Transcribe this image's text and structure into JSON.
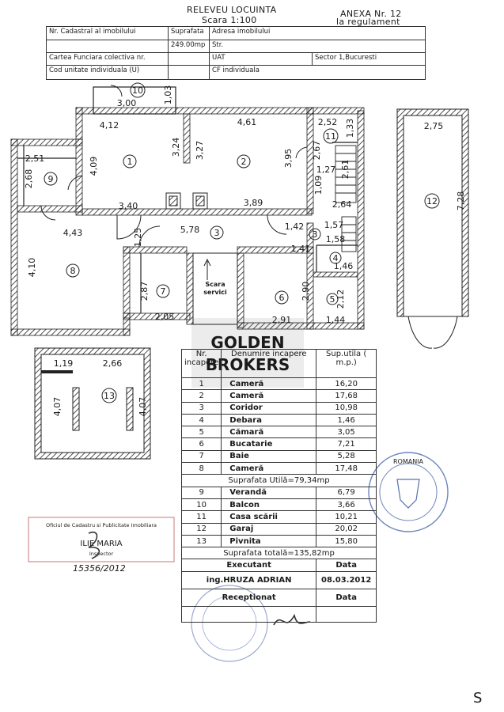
{
  "header": {
    "title": "RELEVEU LOCUINTA",
    "scale": "Scara 1:100",
    "annex": "ANEXA Nr. 12",
    "annex_sub": "la regulament"
  },
  "info_table": {
    "cadastral_label": "Nr. Cadastral al imobilului",
    "area_label": "Suprafata",
    "area_value": "249.00mp",
    "address_label": "Adresa imobilului",
    "street_label": "Str.",
    "cf_label": "Cartea Funciara colectiva nr.",
    "uat_label": "UAT",
    "uat_value": "Sector 1,Bucuresti",
    "unit_code_label": "Cod unitate individuala (U)",
    "cf_individual_label": "CF individuala"
  },
  "plan": {
    "rooms": [
      "1",
      "2",
      "3",
      "3",
      "4",
      "5",
      "6",
      "7",
      "8",
      "9",
      "10",
      "11",
      "12",
      "13"
    ],
    "dimensions": [
      "3,00",
      "1,03",
      "4,12",
      "4,61",
      "2,52",
      "1,33",
      "2,75",
      "2,51",
      "2,68",
      "4,09",
      "3,24",
      "3,27",
      "3,95",
      "2,67",
      "1,27",
      "2,61",
      "1,09",
      "7,28",
      "3,40",
      "3,89",
      "2,64",
      "4,43",
      "5,78",
      "1,25",
      "1,42",
      "1,57",
      "1,58",
      "1,41",
      "1,46",
      "4,10",
      "2,87",
      "2,90",
      "2,12",
      "2,05",
      "2,91",
      "1,44",
      "1,19",
      "2,66",
      "4,07",
      "4,07"
    ],
    "stair_label_1": "Scara",
    "stair_label_2": "servici"
  },
  "surfaces": {
    "head_nr": "Nr. incapere",
    "head_name": "Denumire incapere",
    "head_area": "Sup.utila ( m.p.)",
    "rows": [
      {
        "nr": "1",
        "name": "Cameră",
        "area": "16,20"
      },
      {
        "nr": "2",
        "name": "Cameră",
        "area": "17,68"
      },
      {
        "nr": "3",
        "name": "Coridor",
        "area": "10,98"
      },
      {
        "nr": "4",
        "name": "Debara",
        "area": "1,46"
      },
      {
        "nr": "5",
        "name": "Cămară",
        "area": "3,05"
      },
      {
        "nr": "6",
        "name": "Bucatarie",
        "area": "7,21"
      },
      {
        "nr": "7",
        "name": "Baie",
        "area": "5,28"
      },
      {
        "nr": "8",
        "name": "Cameră",
        "area": "17,48"
      }
    ],
    "useful_total": "Suprafata Utilă=79,34mp",
    "rows2": [
      {
        "nr": "9",
        "name": "Verandă",
        "area": "6,79"
      },
      {
        "nr": "10",
        "name": "Balcon",
        "area": "3,66"
      },
      {
        "nr": "11",
        "name": "Casa scării",
        "area": "10,21"
      },
      {
        "nr": "12",
        "name": "Garaj",
        "area": "20,02"
      },
      {
        "nr": "13",
        "name": "Pivnita",
        "area": "15,80"
      }
    ],
    "grand_total": "Suprafata totală=135,82mp",
    "executor_label": "Executant",
    "date_label": "Data",
    "executor_name": "ing.HRUZA ADRIAN",
    "executor_date": "08.03.2012",
    "receiver_label": "Receptionat",
    "receiver_date_label": "Data"
  },
  "stamps": {
    "left_line1": "Oficiul de Cadastru si Publicitate Imobiliara",
    "left_name": "ILIE MARIA",
    "left_sub": "Inspector",
    "left_number": "15356/2012",
    "right_ring": "ROMANIA",
    "watermark_1": "GOLDEN",
    "watermark_2": "BROKERS",
    "page_mark": "S"
  },
  "colors": {
    "ink": "#1a1a1a",
    "stamp_blue": "#5570b0",
    "stamp_red": "#b84a4a",
    "watermark": "#c9c9c9"
  }
}
